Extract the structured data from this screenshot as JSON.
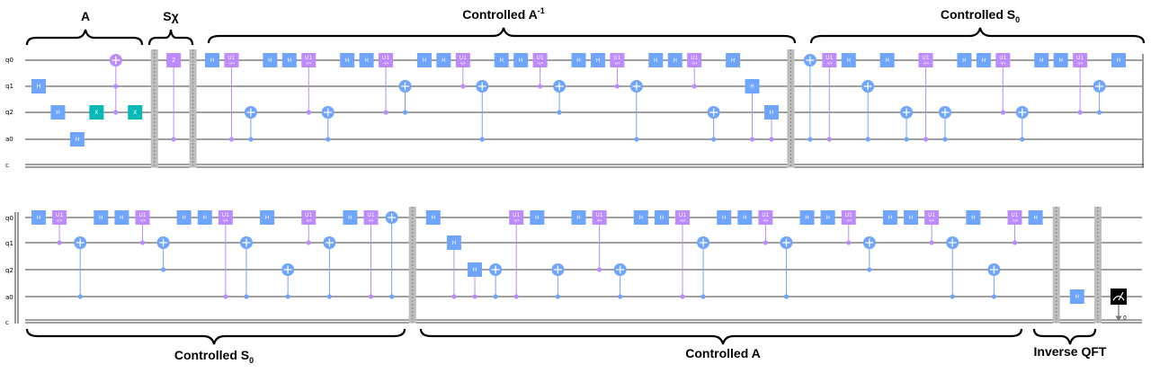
{
  "colors": {
    "h": "#6fa4ff",
    "u1": "#bb8bff",
    "cx": "#6fa4ff",
    "x": "#05bab6",
    "z": "#bb8bff",
    "wire": "#000000",
    "barrier": "#bdbdbd",
    "measure": "#000000"
  },
  "wire_labels": [
    "q0",
    "q1",
    "q2",
    "a0",
    "c"
  ],
  "gate_text": {
    "h": "H",
    "x": "X",
    "z": "Z",
    "u1": "U1",
    "u1_sub_neg": "-π/4",
    "u1_sub_pos": "π/4"
  },
  "clbit_index": "0",
  "sections": [
    {
      "key": "a",
      "title": "A"
    },
    {
      "key": "sx",
      "title": "Sχ"
    },
    {
      "key": "ainv",
      "title": "Controlled A",
      "sup": "-1"
    },
    {
      "key": "s0_top",
      "title": "Controlled S",
      "sub": "0"
    },
    {
      "key": "s0_bottom",
      "title": "Controlled S",
      "sub": "0"
    },
    {
      "key": "actrl",
      "title": "Controlled A"
    },
    {
      "key": "iqft",
      "title": "Inverse QFT"
    }
  ],
  "rows": [
    {
      "ops": [
        {
          "t": "h",
          "q": 1
        },
        {
          "t": "h",
          "q": 2
        },
        {
          "t": "h",
          "q": 3
        },
        {
          "t": "x",
          "q": 2
        },
        {
          "t": "ccx",
          "c": [
            1,
            2
          ],
          "q": 0
        },
        {
          "t": "x",
          "q": 2
        },
        {
          "t": "barrier"
        },
        {
          "t": "cz",
          "c": 3,
          "q": 0
        },
        {
          "t": "barrier"
        },
        {
          "t": "h",
          "q": 0
        },
        {
          "t": "cu1",
          "c": 3,
          "q": 0,
          "s": "-"
        },
        {
          "t": "cx",
          "c": 3,
          "q": 2
        },
        {
          "t": "h",
          "q": 0
        },
        {
          "t": "h",
          "q": 0
        },
        {
          "t": "cu1",
          "c": 2,
          "q": 0,
          "s": "+"
        },
        {
          "t": "cx",
          "c": 3,
          "q": 2
        },
        {
          "t": "h",
          "q": 0
        },
        {
          "t": "h",
          "q": 0
        },
        {
          "t": "cu1",
          "c": 2,
          "q": 0,
          "s": "-"
        },
        {
          "t": "cx",
          "c": 2,
          "q": 1
        },
        {
          "t": "h",
          "q": 0
        },
        {
          "t": "h",
          "q": 0
        },
        {
          "t": "cu1",
          "c": 1,
          "q": 0,
          "s": "+"
        },
        {
          "t": "cx",
          "c": 3,
          "q": 1
        },
        {
          "t": "h",
          "q": 0
        },
        {
          "t": "h",
          "q": 0
        },
        {
          "t": "cu1",
          "c": 1,
          "q": 0,
          "s": "-"
        },
        {
          "t": "cx",
          "c": 2,
          "q": 1
        },
        {
          "t": "h",
          "q": 0
        },
        {
          "t": "h",
          "q": 0
        },
        {
          "t": "cu1",
          "c": 1,
          "q": 0,
          "s": "+"
        },
        {
          "t": "cx",
          "c": 3,
          "q": 1
        },
        {
          "t": "h",
          "q": 0
        },
        {
          "t": "h",
          "q": 0
        },
        {
          "t": "cu1",
          "c": 1,
          "q": 0,
          "s": "-"
        },
        {
          "t": "cx",
          "c": 3,
          "q": 2
        },
        {
          "t": "h",
          "q": 0
        },
        {
          "t": "ch",
          "c": 3,
          "q": 1
        },
        {
          "t": "ch",
          "c": 3,
          "q": 2
        },
        {
          "t": "barrier"
        },
        {
          "t": "cx",
          "c": 3,
          "q": 0
        },
        {
          "t": "cu1",
          "c": 3,
          "q": 0,
          "s": "-"
        },
        {
          "t": "h",
          "q": 0
        },
        {
          "t": "cx",
          "c": 3,
          "q": 1
        },
        {
          "t": "h",
          "q": 0
        },
        {
          "t": "cx",
          "c": 3,
          "q": 2
        },
        {
          "t": "cu1",
          "c": 3,
          "q": 0,
          "s": "-"
        },
        {
          "t": "cx",
          "c": 3,
          "q": 2
        },
        {
          "t": "h",
          "q": 0
        },
        {
          "t": "h",
          "q": 0
        },
        {
          "t": "cu1",
          "c": 2,
          "q": 0,
          "s": "+"
        },
        {
          "t": "cx",
          "c": 3,
          "q": 2
        },
        {
          "t": "h",
          "q": 0
        },
        {
          "t": "h",
          "q": 0
        },
        {
          "t": "cu1",
          "c": 2,
          "q": 0,
          "s": "-"
        },
        {
          "t": "cx",
          "c": 2,
          "q": 1
        },
        {
          "t": "h",
          "q": 0
        }
      ]
    },
    {
      "ops": [
        {
          "t": "h",
          "q": 0
        },
        {
          "t": "cu1",
          "c": 1,
          "q": 0,
          "s": "+"
        },
        {
          "t": "cx",
          "c": 3,
          "q": 1
        },
        {
          "t": "h",
          "q": 0
        },
        {
          "t": "h",
          "q": 0
        },
        {
          "t": "cu1",
          "c": 1,
          "q": 0,
          "s": "-"
        },
        {
          "t": "cx",
          "c": 2,
          "q": 1
        },
        {
          "t": "h",
          "q": 0
        },
        {
          "t": "h",
          "q": 0
        },
        {
          "t": "cu1",
          "c": 3,
          "q": 0,
          "s": "+"
        },
        {
          "t": "cx",
          "c": 3,
          "q": 1
        },
        {
          "t": "h",
          "q": 0
        },
        {
          "t": "cx",
          "c": 3,
          "q": 2
        },
        {
          "t": "cu1",
          "c": 1,
          "q": 0,
          "s": "-"
        },
        {
          "t": "cx",
          "c": 3,
          "q": 1
        },
        {
          "t": "h",
          "q": 0
        },
        {
          "t": "cu1",
          "c": 3,
          "q": 0,
          "s": "+"
        },
        {
          "t": "cx",
          "c": 3,
          "q": 0
        },
        {
          "t": "barrier"
        },
        {
          "t": "h",
          "q": 0
        },
        {
          "t": "ch",
          "c": 3,
          "q": 1
        },
        {
          "t": "ch",
          "c": 3,
          "q": 2
        },
        {
          "t": "cx",
          "c": 3,
          "q": 2
        },
        {
          "t": "cu1",
          "c": 3,
          "q": 0,
          "s": "-"
        },
        {
          "t": "h",
          "q": 0
        },
        {
          "t": "cx",
          "c": 3,
          "q": 2
        },
        {
          "t": "h",
          "q": 0
        },
        {
          "t": "cu1",
          "c": 2,
          "q": 0,
          "s": "+"
        },
        {
          "t": "cx",
          "c": 3,
          "q": 2
        },
        {
          "t": "h",
          "q": 0
        },
        {
          "t": "h",
          "q": 0
        },
        {
          "t": "cu1",
          "c": 3,
          "q": 0,
          "s": "-"
        },
        {
          "t": "cx",
          "c": 3,
          "q": 1
        },
        {
          "t": "h",
          "q": 0
        },
        {
          "t": "h",
          "q": 0
        },
        {
          "t": "cu1",
          "c": 1,
          "q": 0,
          "s": "+"
        },
        {
          "t": "cx",
          "c": 3,
          "q": 1
        },
        {
          "t": "h",
          "q": 0
        },
        {
          "t": "h",
          "q": 0
        },
        {
          "t": "cu1",
          "c": 1,
          "q": 0,
          "s": "-"
        },
        {
          "t": "cx",
          "c": 2,
          "q": 1
        },
        {
          "t": "h",
          "q": 0
        },
        {
          "t": "h",
          "q": 0
        },
        {
          "t": "cu1",
          "c": 1,
          "q": 0,
          "s": "+"
        },
        {
          "t": "cx",
          "c": 3,
          "q": 1
        },
        {
          "t": "h",
          "q": 0
        },
        {
          "t": "cx",
          "c": 3,
          "q": 2
        },
        {
          "t": "cu1",
          "c": 1,
          "q": 0,
          "s": "-"
        },
        {
          "t": "h",
          "q": 0
        },
        {
          "t": "barrier"
        },
        {
          "t": "h",
          "q": 3
        },
        {
          "t": "barrier"
        },
        {
          "t": "measure",
          "q": 3
        }
      ]
    }
  ]
}
